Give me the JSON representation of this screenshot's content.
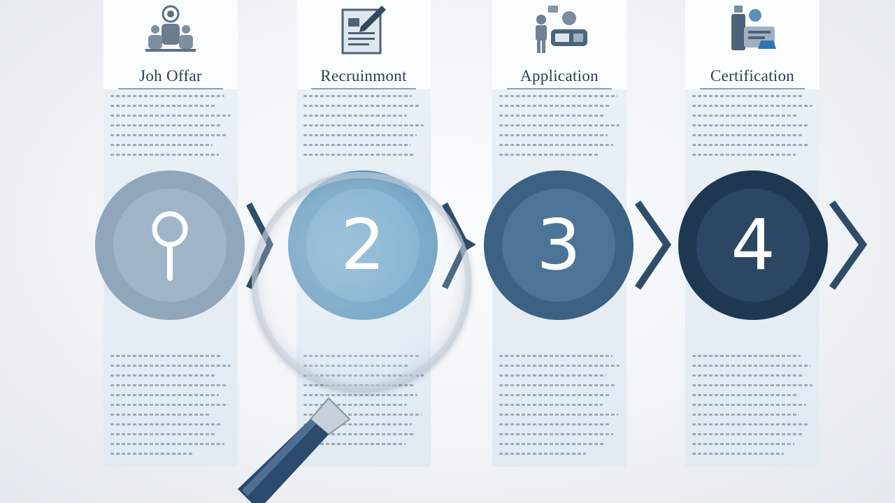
{
  "steps": [
    {
      "title": "Joh Offar",
      "number": "",
      "icon": "people-icon",
      "color": "#90a7bb",
      "inner": "#a0b5c8"
    },
    {
      "title": "Recruinmont",
      "number": "2",
      "icon": "document-pen-icon",
      "color": "#5b95bc",
      "inner": "#6aa3c7"
    },
    {
      "title": "Application",
      "number": "3",
      "icon": "meeting-icon",
      "color": "#3b6282",
      "inner": "#4c7496"
    },
    {
      "title": "Certification",
      "number": "4",
      "icon": "certificate-icon",
      "color": "#1f3852",
      "inner": "#2c4763"
    }
  ],
  "arrow_color": "#2f4d6a",
  "magnifier_icon": "magnifier-icon"
}
